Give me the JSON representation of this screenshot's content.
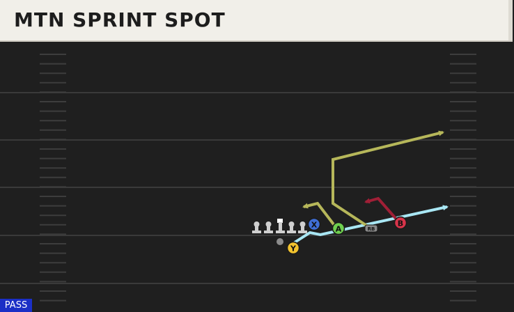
{
  "play": {
    "title": "MTN SPRINT SPOT",
    "mode_badge": "PASS"
  },
  "players": [
    {
      "id": "X",
      "label": "X",
      "color": "#3f6fd6"
    },
    {
      "id": "A",
      "label": "A",
      "color": "#6fcf4f"
    },
    {
      "id": "B",
      "label": "B",
      "color": "#d8344a"
    },
    {
      "id": "Y",
      "label": "Y",
      "color": "#f2c32e"
    },
    {
      "id": "RB",
      "label": "RB",
      "color": "#8a8a8a"
    }
  ],
  "route_colors": {
    "yellow": "#b6b75a",
    "red": "#a01f36",
    "cyan": "#a9e7f4"
  },
  "field_colors": {
    "background": "#1f1f1f",
    "yard_line": "#3a3a3a",
    "hash": "#3d3d3d"
  }
}
